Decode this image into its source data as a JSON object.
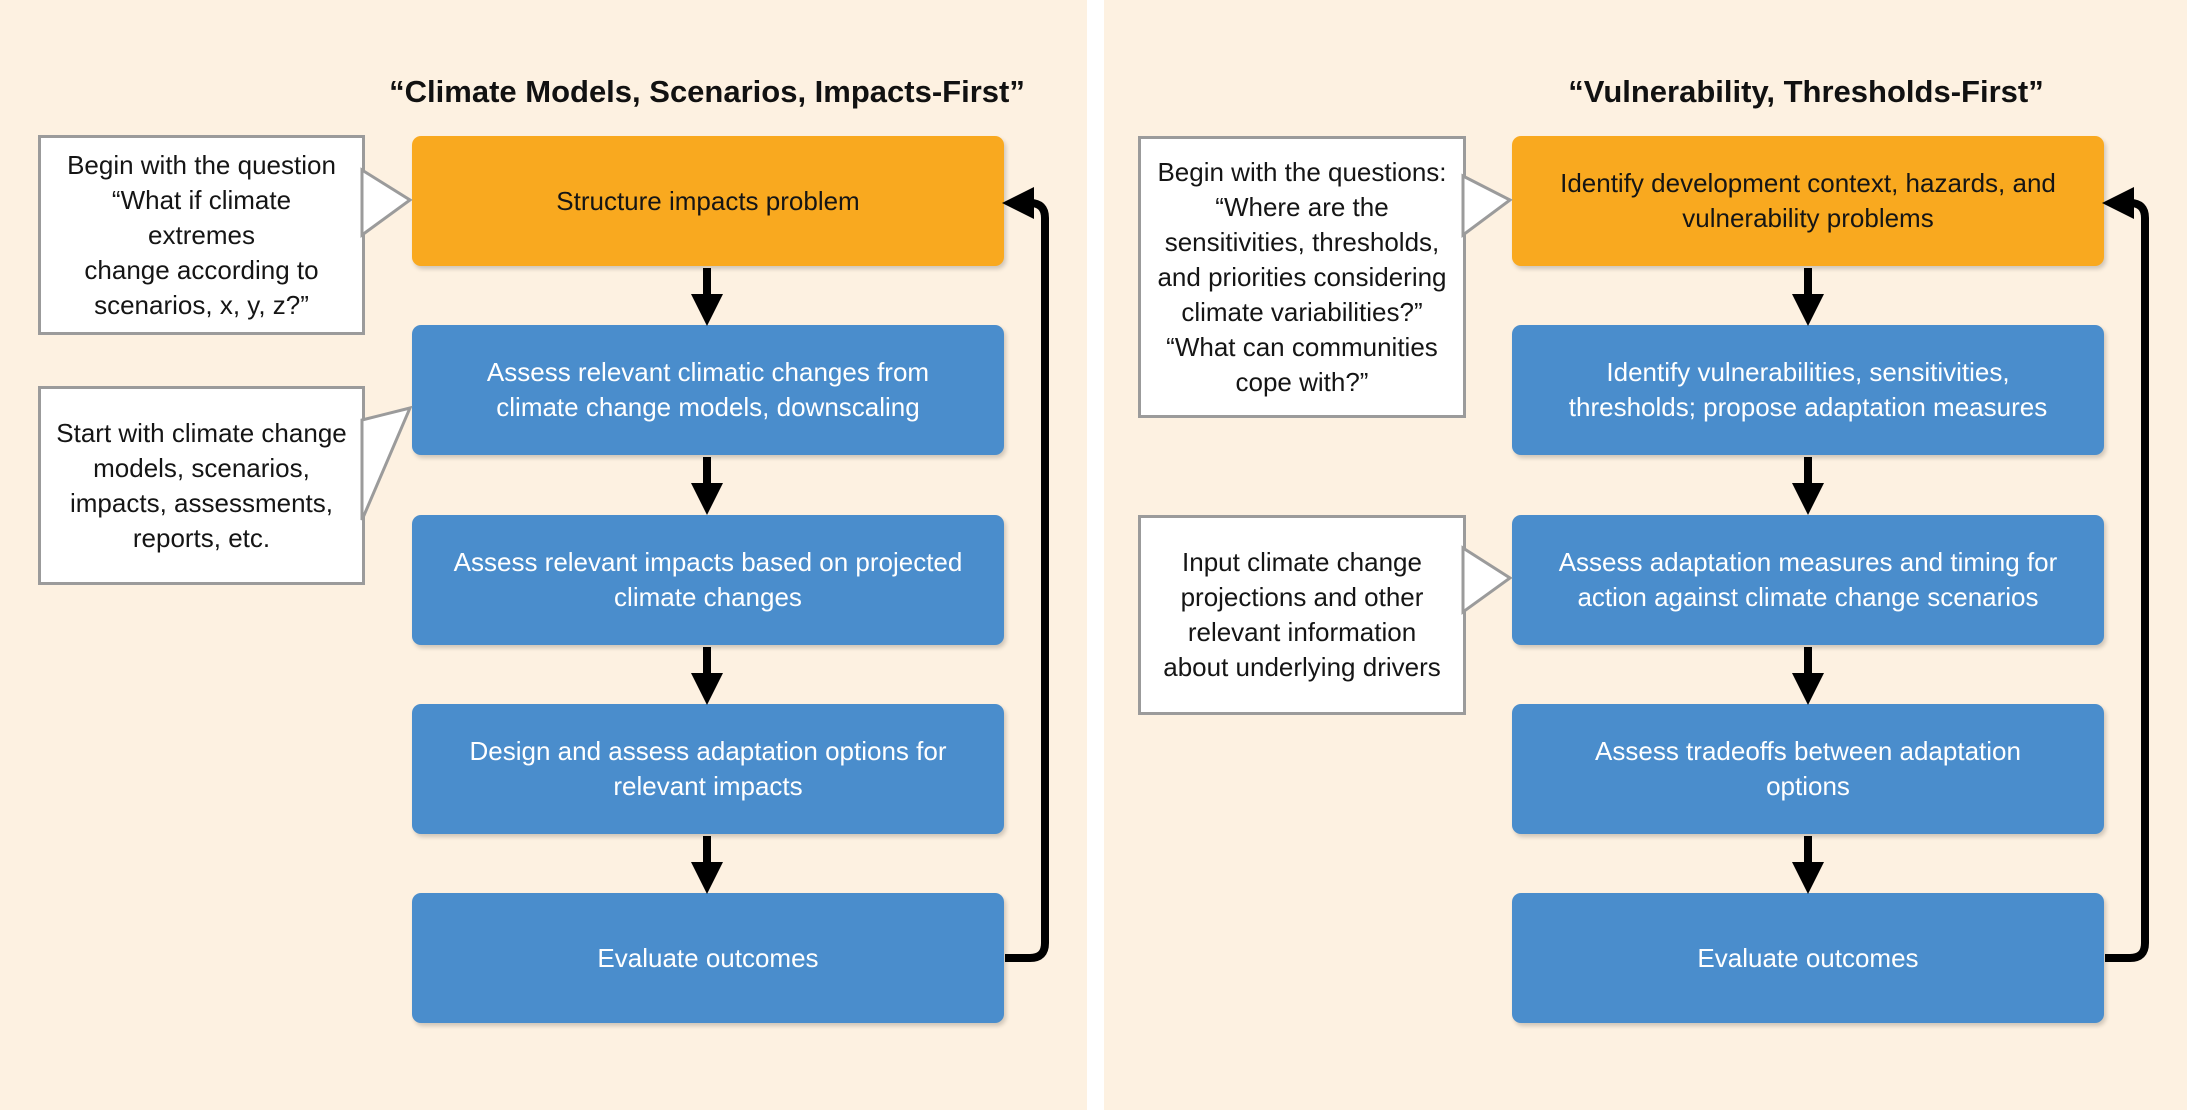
{
  "left_panel": {
    "title": "“Climate Models, Scenarios, Impacts-First”",
    "steps": [
      "Structure impacts problem",
      "Assess relevant climatic changes from climate change models, downscaling",
      "Assess relevant impacts based on projected climate changes",
      "Design and assess adaptation options for relevant impacts",
      "Evaluate outcomes"
    ],
    "callouts": [
      "Begin with the question\n“What if climate extremes\nchange according to\nscenarios, x, y, z?”",
      "Start with climate change\nmodels, scenarios,\nimpacts, assessments,\nreports, etc."
    ]
  },
  "right_panel": {
    "title": "“Vulnerability, Thresholds-First”",
    "steps": [
      "Identify development context, hazards, and vulnerability problems",
      "Identify vulnerabilities, sensitivities, thresholds; propose adaptation measures",
      "Assess adaptation measures and timing for action against climate change scenarios",
      "Assess tradeoffs between adaptation options",
      "Evaluate outcomes"
    ],
    "callouts": [
      "Begin with the questions:\n“Where are the\nsensitivities, thresholds,\nand priorities considering\nclimate variabilities?”\n“What can communities\ncope with?”",
      "Input climate change\nprojections and other\nrelevant information\nabout underlying drivers"
    ]
  },
  "colors": {
    "panel_background": "#fdf1e1",
    "first_step": "#f9a91f",
    "step": "#4a8dcc",
    "arrow": "#000000",
    "callout_border": "#9b9b9b"
  }
}
